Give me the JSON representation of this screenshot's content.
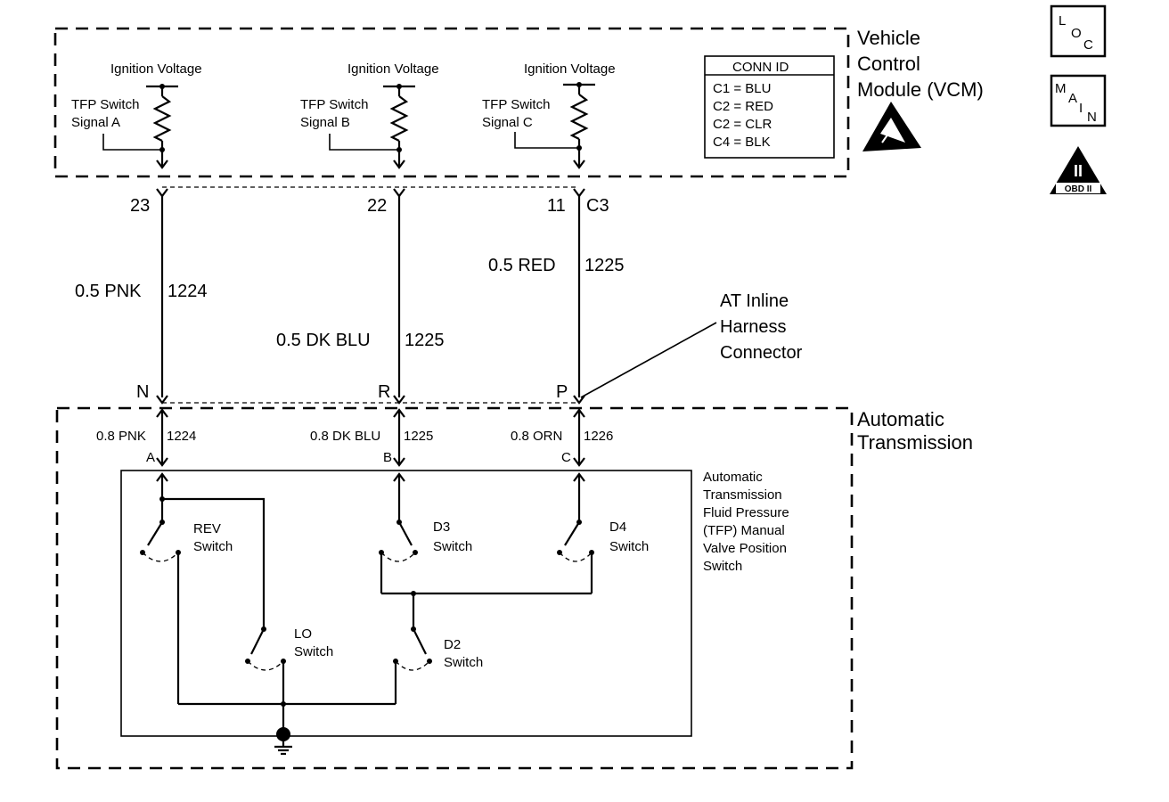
{
  "vcm": {
    "label_lines": [
      "Vehicle",
      "Control",
      "Module (VCM)"
    ],
    "ignition_a": "Ignition Voltage",
    "ignition_b": "Ignition Voltage",
    "ignition_c": "Ignition Voltage",
    "signal_a": [
      "TFP Switch",
      "Signal A"
    ],
    "signal_b": [
      "TFP Switch",
      "Signal B"
    ],
    "signal_c": [
      "TFP Switch",
      "Signal C"
    ]
  },
  "conn_id": {
    "title": "CONN ID",
    "rows": [
      "C1 = BLU",
      "C2 = RED",
      "C2 = CLR",
      "C4 = BLK"
    ]
  },
  "vcm_pins": {
    "a": "23",
    "b": "22",
    "c": "11",
    "c_conn": "C3"
  },
  "wires_upper": {
    "a": "0.5 PNK",
    "a_circuit": "1224",
    "b": "0.5 DK BLU",
    "b_circuit": "1225",
    "c": "0.5 RED",
    "c_circuit": "1225"
  },
  "inline_connector": {
    "label_lines": [
      "AT Inline",
      "Harness",
      "Connector"
    ],
    "pin_a": "N",
    "pin_b": "R",
    "pin_c": "P"
  },
  "transmission": {
    "label_lines": [
      "Automatic",
      "Transmission"
    ],
    "wire_a": "0.8 PNK",
    "wire_a_circuit": "1224",
    "wire_b": "0.8 DK BLU",
    "wire_b_circuit": "1225",
    "wire_c": "0.8 ORN",
    "wire_c_circuit": "1226",
    "pin_a": "A",
    "pin_b": "B",
    "pin_c": "C"
  },
  "switch_assembly": {
    "label_lines": [
      "Automatic",
      "Transmission",
      "Fluid Pressure",
      "(TFP) Manual",
      "Valve Position",
      "Switch"
    ],
    "rev": [
      "REV",
      "Switch"
    ],
    "d3": [
      "D3",
      "Switch"
    ],
    "d4": [
      "D4",
      "Switch"
    ],
    "lo": [
      "LO",
      "Switch"
    ],
    "d2": [
      "D2",
      "Switch"
    ]
  },
  "icons": {
    "loc": {
      "big": "L",
      "sub": "O",
      "sub2": "C"
    },
    "main": {
      "l1": "M",
      "l2": "A",
      "l3": "I",
      "l4": "N"
    },
    "obd": {
      "numeral": "II",
      "text": "OBD II"
    }
  }
}
